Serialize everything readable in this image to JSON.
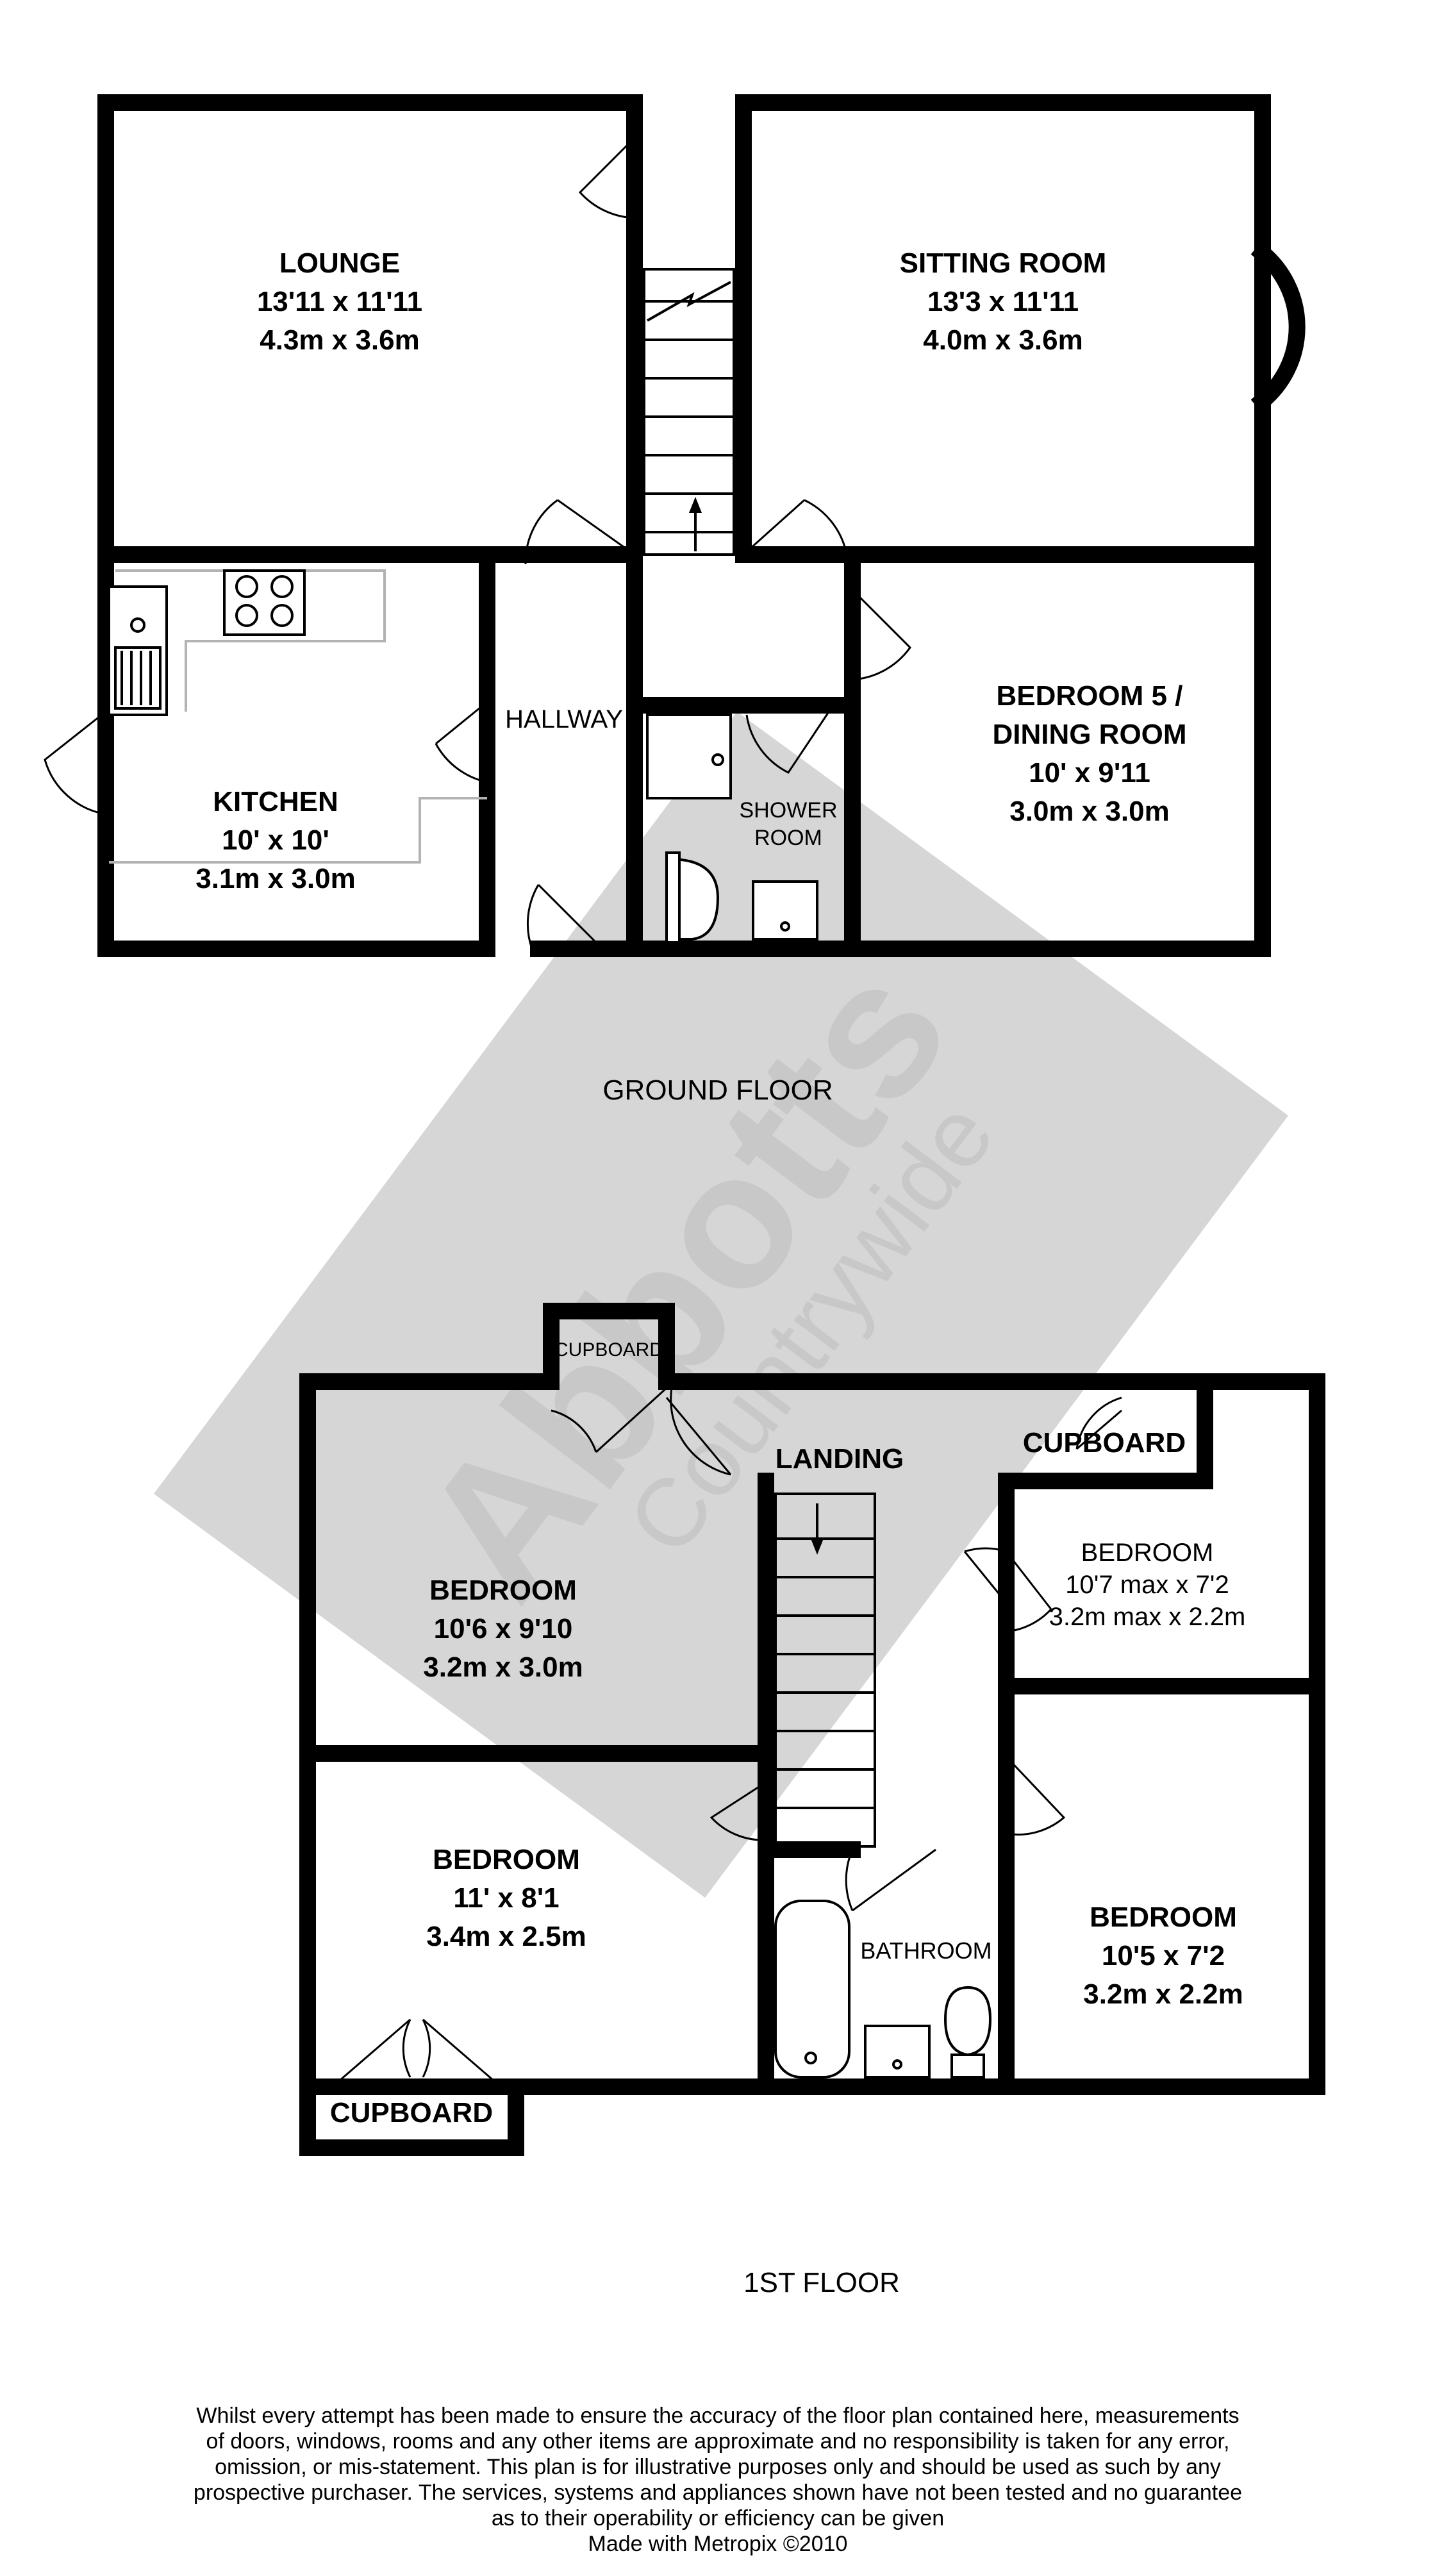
{
  "watermark": {
    "brand": "Abbotts",
    "sub": "Countrywide",
    "color": "#c8c8c8"
  },
  "ground_floor": {
    "caption": "GROUND FLOOR",
    "rooms": {
      "lounge": {
        "name": "LOUNGE",
        "imperial": "13'11 x 11'11",
        "metric": "4.3m x 3.6m"
      },
      "sitting_room": {
        "name": "SITTING ROOM",
        "imperial": "13'3 x 11'11",
        "metric": "4.0m x 3.6m"
      },
      "bedroom5": {
        "name_line1": "BEDROOM 5 /",
        "name_line2": "DINING ROOM",
        "imperial": "10' x 9'11",
        "metric": "3.0m x 3.0m"
      },
      "kitchen": {
        "name": "KITCHEN",
        "imperial": "10' x 10'",
        "metric": "3.1m x 3.0m"
      },
      "hallway": {
        "name": "HALLWAY"
      },
      "shower_room": {
        "name_line1": "SHOWER",
        "name_line2": "ROOM"
      }
    }
  },
  "first_floor": {
    "caption": "1ST FLOOR",
    "rooms": {
      "landing": {
        "name": "LANDING"
      },
      "cupboard_top": {
        "name": "CUPBOARD"
      },
      "cupboard_right": {
        "name": "CUPBOARD"
      },
      "cupboard_bottom": {
        "name": "CUPBOARD"
      },
      "bedroom_a": {
        "name": "BEDROOM",
        "imperial": "10'6 x 9'10",
        "metric": "3.2m x 3.0m"
      },
      "bedroom_b": {
        "name": "BEDROOM",
        "imperial": "10'7 max x 7'2",
        "metric": "3.2m max x 2.2m"
      },
      "bedroom_c": {
        "name": "BEDROOM",
        "imperial": "11' x 8'1",
        "metric": "3.4m x 2.5m"
      },
      "bedroom_d": {
        "name": "BEDROOM",
        "imperial": "10'5 x 7'2",
        "metric": "3.2m x 2.2m"
      },
      "bathroom": {
        "name": "BATHROOM"
      }
    }
  },
  "disclaimer": {
    "line1": "Whilst every attempt has been made to ensure the accuracy of the floor plan contained here, measurements",
    "line2": "of doors, windows, rooms and any other items are approximate and no responsibility is taken for any error,",
    "line3": "omission, or mis-statement. This plan is for illustrative purposes only and should be used as such by any",
    "line4": "prospective purchaser. The services, systems and appliances shown have not been tested and no guarantee",
    "line5": "as to their operability or efficiency can be given",
    "credit": "Made with Metropix ©2010"
  }
}
